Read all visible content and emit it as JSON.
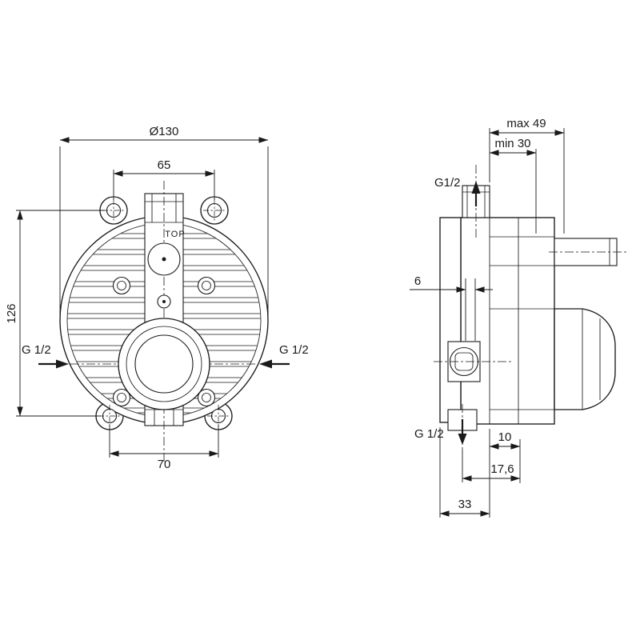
{
  "meta": {
    "background": "#ffffff",
    "line_color": "#1a1a1a",
    "drawing_type": "technical dimension drawing, concealed valve body, front and side views"
  },
  "front_view": {
    "dim_diameter": "Ø130",
    "dim_top_holes": "65",
    "dim_height": "126",
    "dim_bottom_holes": "70",
    "label_left_port": "G 1/2",
    "label_right_port": "G 1/2",
    "label_top_marking": "TOP"
  },
  "side_view": {
    "dim_depth_max": "max 49",
    "dim_depth_min": "min 30",
    "label_top_port": "G1/2",
    "dim_step": "6",
    "label_bottom_port": "G 1/2",
    "dim_bottom_offset": "10",
    "dim_bottom_depth": "17,6",
    "dim_flange_depth": "33"
  }
}
